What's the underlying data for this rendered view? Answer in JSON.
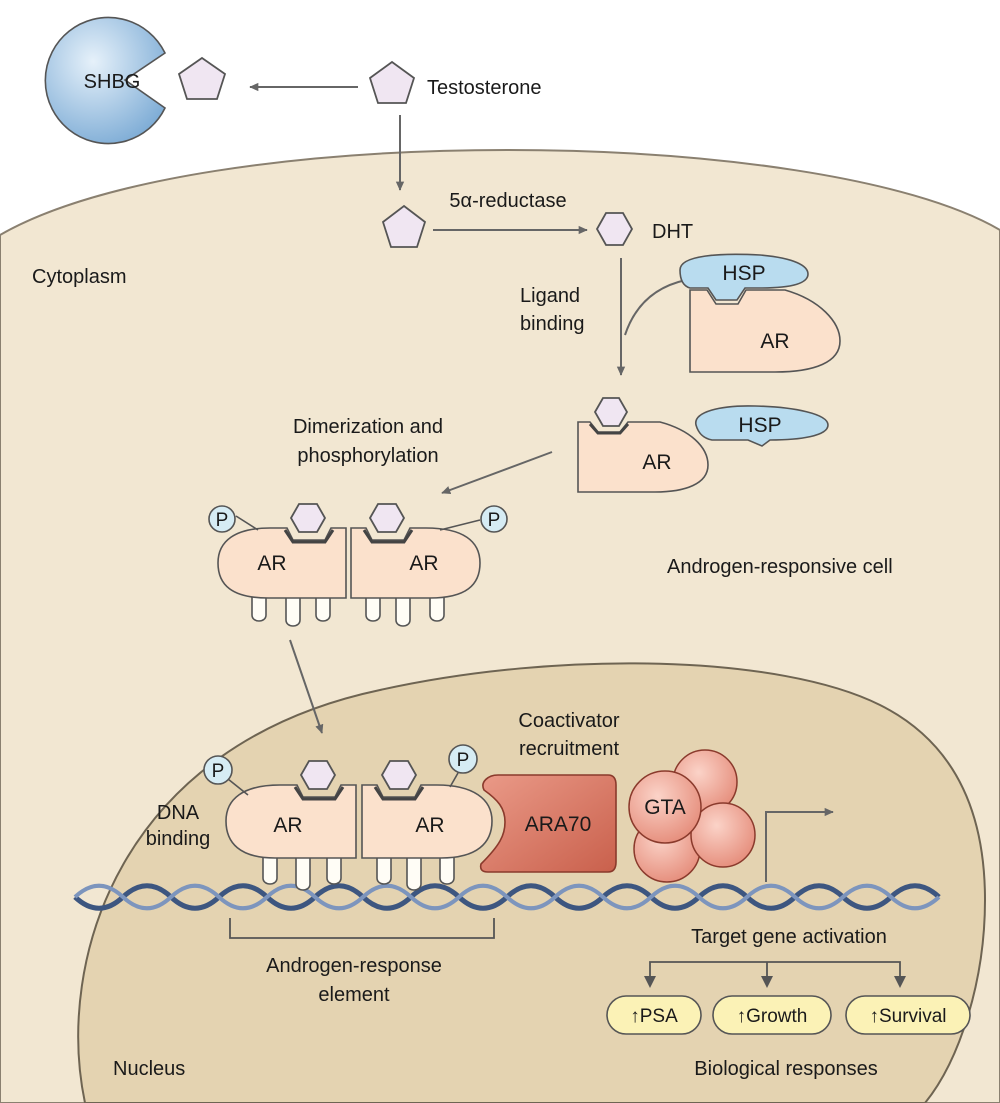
{
  "labels": {
    "shbg": "SHBG",
    "testosterone": "Testosterone",
    "five_alpha_reductase": "5α-reductase",
    "dht": "DHT",
    "cytoplasm": "Cytoplasm",
    "ligand_binding": [
      "Ligand",
      "binding"
    ],
    "hsp": "HSP",
    "ar": "AR",
    "dimerization": [
      "Dimerization and",
      "phosphorylation"
    ],
    "p": "P",
    "androgen_responsive_cell": "Androgen-responsive cell",
    "coactivator": [
      "Coactivator",
      "recruitment"
    ],
    "ara70": "ARA70",
    "gta": "GTA",
    "dna_binding": [
      "DNA",
      "binding"
    ],
    "androgen_response_element": [
      "Androgen-response",
      "element"
    ],
    "target_gene_activation": "Target gene activation",
    "responses": [
      "↑PSA",
      "↑Growth",
      "↑Survival"
    ],
    "nucleus": "Nucleus",
    "biological_responses": "Biological responses"
  },
  "colors": {
    "cell_fill": "#f2e7d2",
    "nucleus_fill": "#e4d3b1",
    "shbg_fill": "#9cc2df",
    "hsp_fill": "#b9dcef",
    "ar_fill": "#fbe1cc",
    "ara70_fill": "#dc7762",
    "gta_fill": "#f0a898",
    "ligand_fill": "#f0e6f2",
    "dna_strand": "#3d5680",
    "response_fill": "#fbf2b6"
  }
}
